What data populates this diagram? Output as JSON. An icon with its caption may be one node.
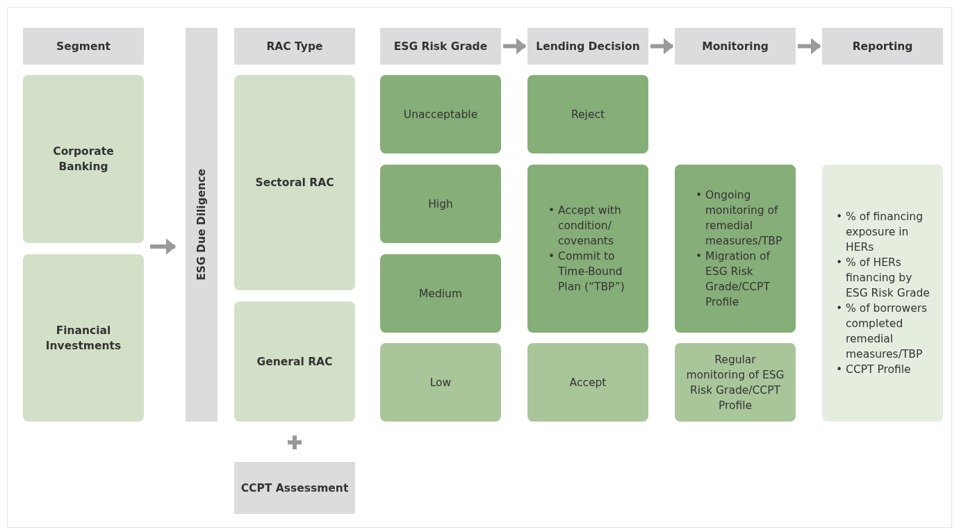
{
  "diagram": {
    "nodes": [
      {
        "text": [
          "Segment"
        ]
      },
      {
        "text": [
          "ESG Due Diligence"
        ]
      },
      {
        "text": [
          "RAC Type"
        ]
      },
      {
        "text": [
          "ESG Risk Grade"
        ]
      },
      {
        "text": [
          "Lending Decision"
        ]
      },
      {
        "text": [
          "Monitoring"
        ]
      },
      {
        "text": [
          "Reporting"
        ]
      },
      {
        "text": [
          "Corporate Banking"
        ]
      },
      {
        "text": [
          "Financial Investments"
        ]
      },
      {
        "text": [
          "Sectoral RAC"
        ]
      },
      {
        "text": [
          "General RAC"
        ]
      },
      {
        "text": [
          "CCPT Assessment"
        ]
      },
      {
        "text": [
          "Unacceptable"
        ]
      },
      {
        "text": [
          "High"
        ]
      },
      {
        "text": [
          "Medium"
        ]
      },
      {
        "text": [
          "Low"
        ]
      },
      {
        "text": [
          "Reject"
        ]
      },
      {
        "text": [
          "• Accept with condition/ covenants",
          "• Commit to Time-Bound Plan (“TBP”)"
        ]
      },
      {
        "text": [
          "Accept"
        ]
      },
      {
        "text": [
          "• Ongoing monitoring of remedial measures/TBP",
          "• Migration of ESG Risk Grade/CCPT Profile"
        ]
      },
      {
        "text": [
          "Regular monitoring of ESG Risk Grade/CCPT Profile"
        ]
      },
      {
        "text": [
          "• % of financing exposure in HERs",
          "• % of HERs financing by ESG Risk Grade",
          "• % of borrowers completed remedial measures/TBP",
          "• CCPT Profile"
        ]
      }
    ],
    "edges": [
      {
        "from": 7,
        "to": 1,
        "arrow": "to"
      },
      {
        "from": 8,
        "to": 1,
        "arrow": "to"
      },
      {
        "from": 3,
        "to": 4,
        "arrow": "to"
      },
      {
        "from": 4,
        "to": 5,
        "arrow": "to"
      },
      {
        "from": 5,
        "to": 6,
        "arrow": "to"
      }
    ]
  }
}
